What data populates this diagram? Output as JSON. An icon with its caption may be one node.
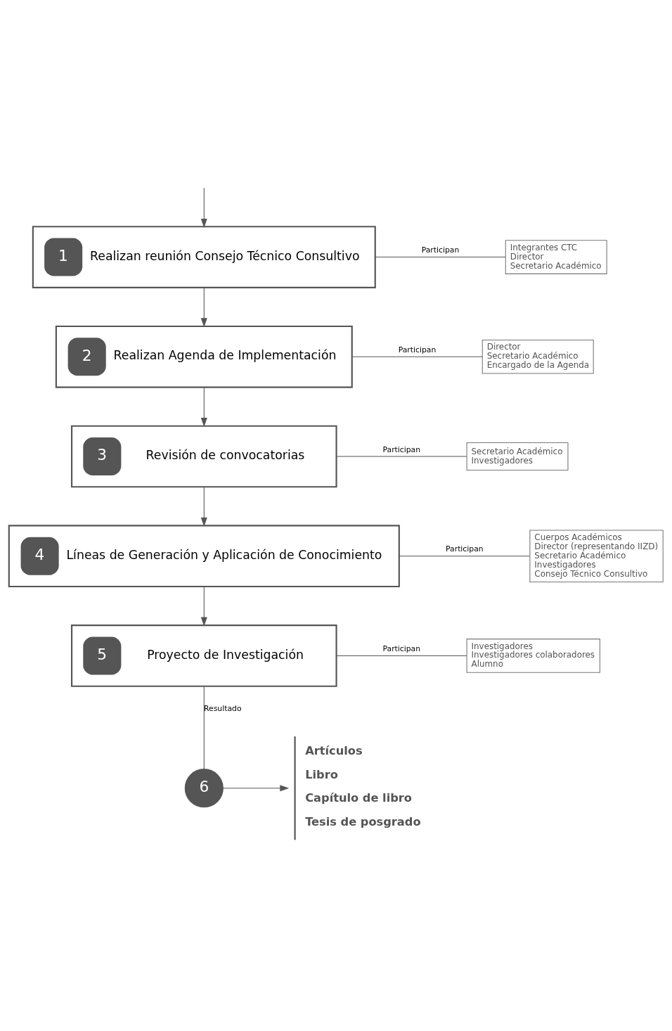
{
  "diagram": {
    "nodes": [
      {
        "text": [
          "1",
          "Realizan reunión Consejo Técnico Consultivo"
        ]
      },
      {
        "text": [
          "Integrantes CTC",
          "Director",
          "Secretario Académico"
        ]
      },
      {
        "text": [
          "2",
          "Realizan Agenda de Implementación"
        ]
      },
      {
        "text": [
          "Director",
          "Secretario Académico",
          "Encargado de la Agenda"
        ]
      },
      {
        "text": [
          "3",
          "Revisión de convocatorias"
        ]
      },
      {
        "text": [
          "Secretario Académico",
          "Investigadores"
        ]
      },
      {
        "text": [
          "4",
          "Líneas de Generación y Aplicación de Conocimiento"
        ]
      },
      {
        "text": [
          "Cuerpos Académicos",
          "Director (representando IIZD)",
          "Secretario Académico",
          "Investigadores",
          "Consejo Técnico Consultivo"
        ]
      },
      {
        "text": [
          "5",
          "Proyecto de Investigación"
        ]
      },
      {
        "text": [
          "Investigadores",
          "Investigadores colaboradores",
          "Alumno"
        ]
      },
      {
        "text": [
          "6"
        ]
      },
      {
        "text": [
          "Artículos",
          "Libro",
          "Capítulo de libro",
          "Tesis de posgrado"
        ]
      }
    ],
    "edges": [
      {
        "from": null,
        "to": 0,
        "arrow": "to"
      },
      {
        "from": 0,
        "to": 1,
        "arrow": "none",
        "label": "Participan"
      },
      {
        "from": 0,
        "to": 2,
        "arrow": "to"
      },
      {
        "from": 2,
        "to": 3,
        "arrow": "none",
        "label": "Participan"
      },
      {
        "from": 2,
        "to": 4,
        "arrow": "to"
      },
      {
        "from": 4,
        "to": 5,
        "arrow": "none",
        "label": "Participan"
      },
      {
        "from": 4,
        "to": 6,
        "arrow": "to"
      },
      {
        "from": 6,
        "to": 7,
        "arrow": "none",
        "label": "Participan"
      },
      {
        "from": 6,
        "to": 8,
        "arrow": "to"
      },
      {
        "from": 8,
        "to": 9,
        "arrow": "none",
        "label": "Participan"
      },
      {
        "from": 8,
        "to": 10,
        "arrow": "none",
        "label": "Resultado"
      },
      {
        "from": 10,
        "to": 11,
        "arrow": "to"
      }
    ]
  }
}
